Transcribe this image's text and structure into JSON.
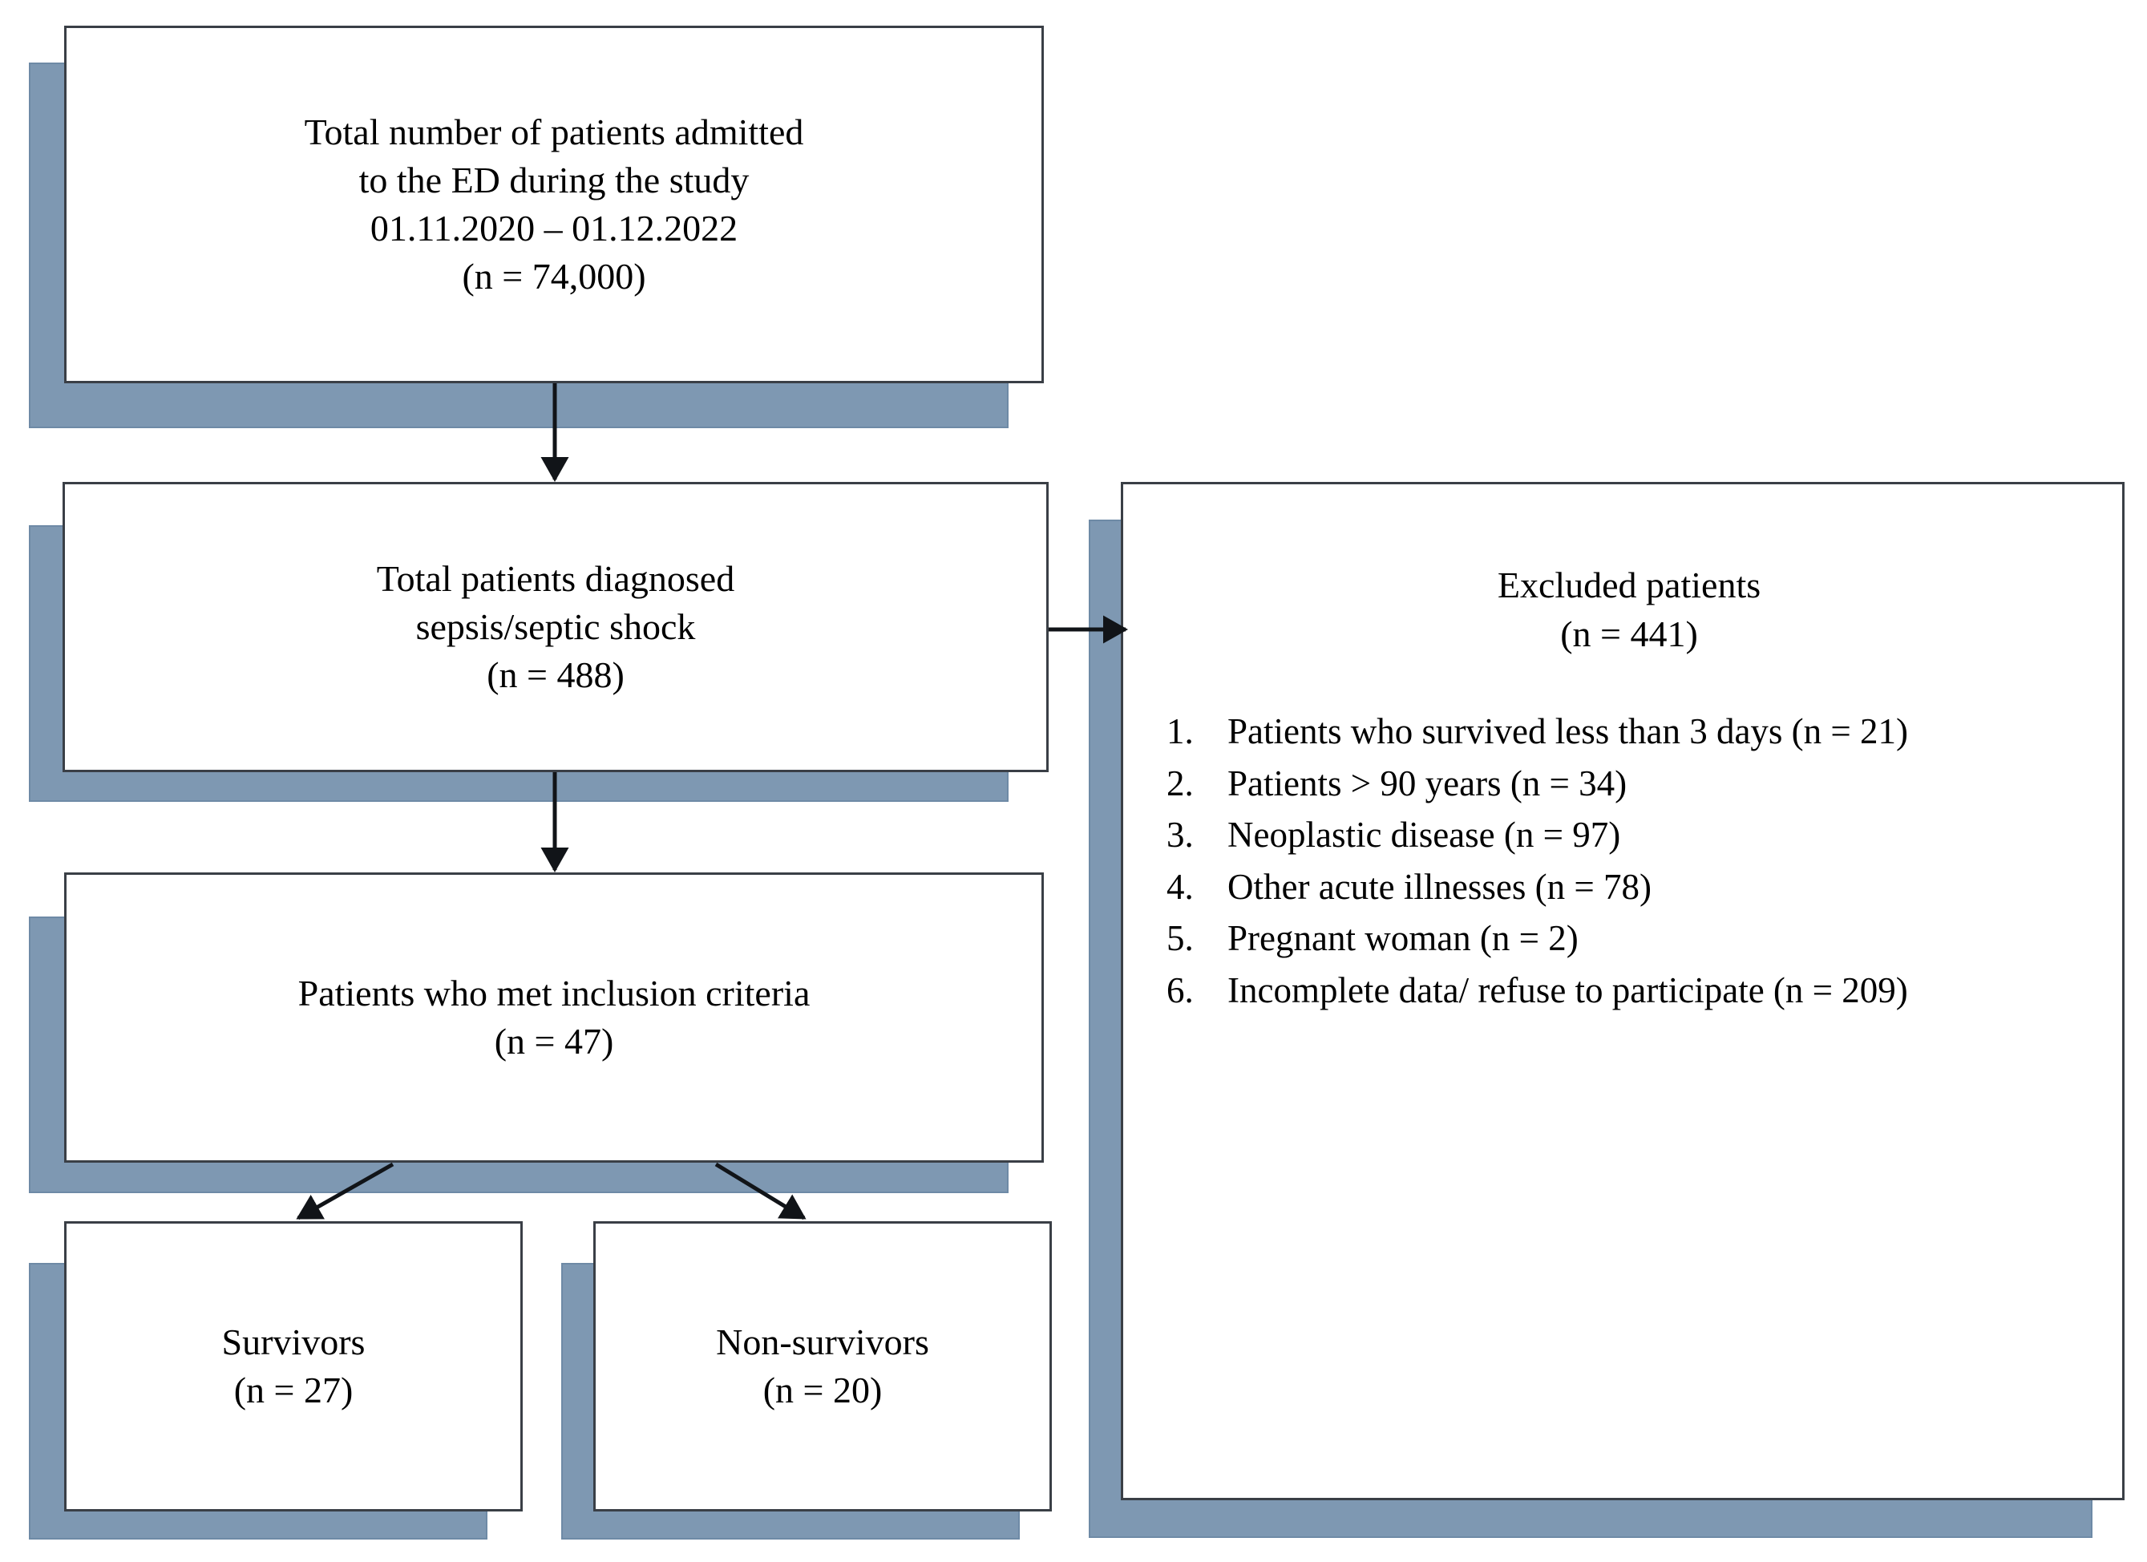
{
  "figure": {
    "type": "flowchart",
    "title": "Patient selection flow diagram",
    "colors": {
      "box_fill": "#ffffff",
      "box_border": "#3a3f46",
      "shadow_fill": "#7e98b2",
      "text": "#000000",
      "background": "#ffffff"
    }
  },
  "nodes": {
    "admitted": {
      "id": "total-admitted",
      "lines": [
        "Total number of patients admitted",
        "to the ED during the study",
        "01.11.2020 – 01.12.2022",
        "(n = 74,000)"
      ],
      "n": 74000
    },
    "diagnosed": {
      "id": "total-diagnosed",
      "lines": [
        "Total patients diagnosed",
        "sepsis/septic shock",
        "(n = 488)"
      ],
      "n": 488
    },
    "included": {
      "id": "met-inclusion-criteria",
      "lines": [
        "Patients who met inclusion criteria",
        "(n = 47)"
      ],
      "n": 47
    },
    "survivors": {
      "id": "survivors",
      "lines": [
        "Survivors",
        "(n = 27)"
      ],
      "n": 27
    },
    "nonsurvivors": {
      "id": "non-survivors",
      "lines": [
        "Non-survivors",
        "(n = 20)"
      ],
      "n": 20
    },
    "excluded": {
      "id": "excluded-patients",
      "title_lines": [
        "Excluded patients",
        "(n = 441)"
      ],
      "n": 441,
      "items": [
        {
          "num": "1.",
          "text": "Patients who survived less than 3 days (n = 21)",
          "n": 21,
          "justify": false
        },
        {
          "num": "2.",
          "text": "Patients > 90 years (n = 34)",
          "n": 34,
          "justify": false
        },
        {
          "num": "3.",
          "text": "Neoplastic disease (n = 97)",
          "n": 97,
          "justify": false
        },
        {
          "num": "4.",
          "text": "Other acute illnesses (n = 78)",
          "n": 78,
          "justify": false
        },
        {
          "num": "5.",
          "text": "Pregnant woman (n = 2)",
          "n": 2,
          "justify": false
        },
        {
          "num": "6.",
          "text": "Incomplete data/ refuse to participate (n = 209)",
          "n": 209,
          "justify": true
        }
      ]
    }
  },
  "edges": [
    {
      "id": "admitted-to-diagnosed",
      "from": "total-admitted",
      "to": "total-diagnosed",
      "style": "vertical-arrow"
    },
    {
      "id": "diagnosed-to-excluded",
      "from": "total-diagnosed",
      "to": "excluded-patients",
      "style": "horizontal-arrow"
    },
    {
      "id": "diagnosed-to-included",
      "from": "total-diagnosed",
      "to": "met-inclusion-criteria",
      "style": "vertical-arrow"
    },
    {
      "id": "included-to-survivors",
      "from": "met-inclusion-criteria",
      "to": "survivors",
      "style": "diagonal-arrow"
    },
    {
      "id": "included-to-nonsurvivors",
      "from": "met-inclusion-criteria",
      "to": "non-survivors",
      "style": "diagonal-arrow"
    }
  ]
}
